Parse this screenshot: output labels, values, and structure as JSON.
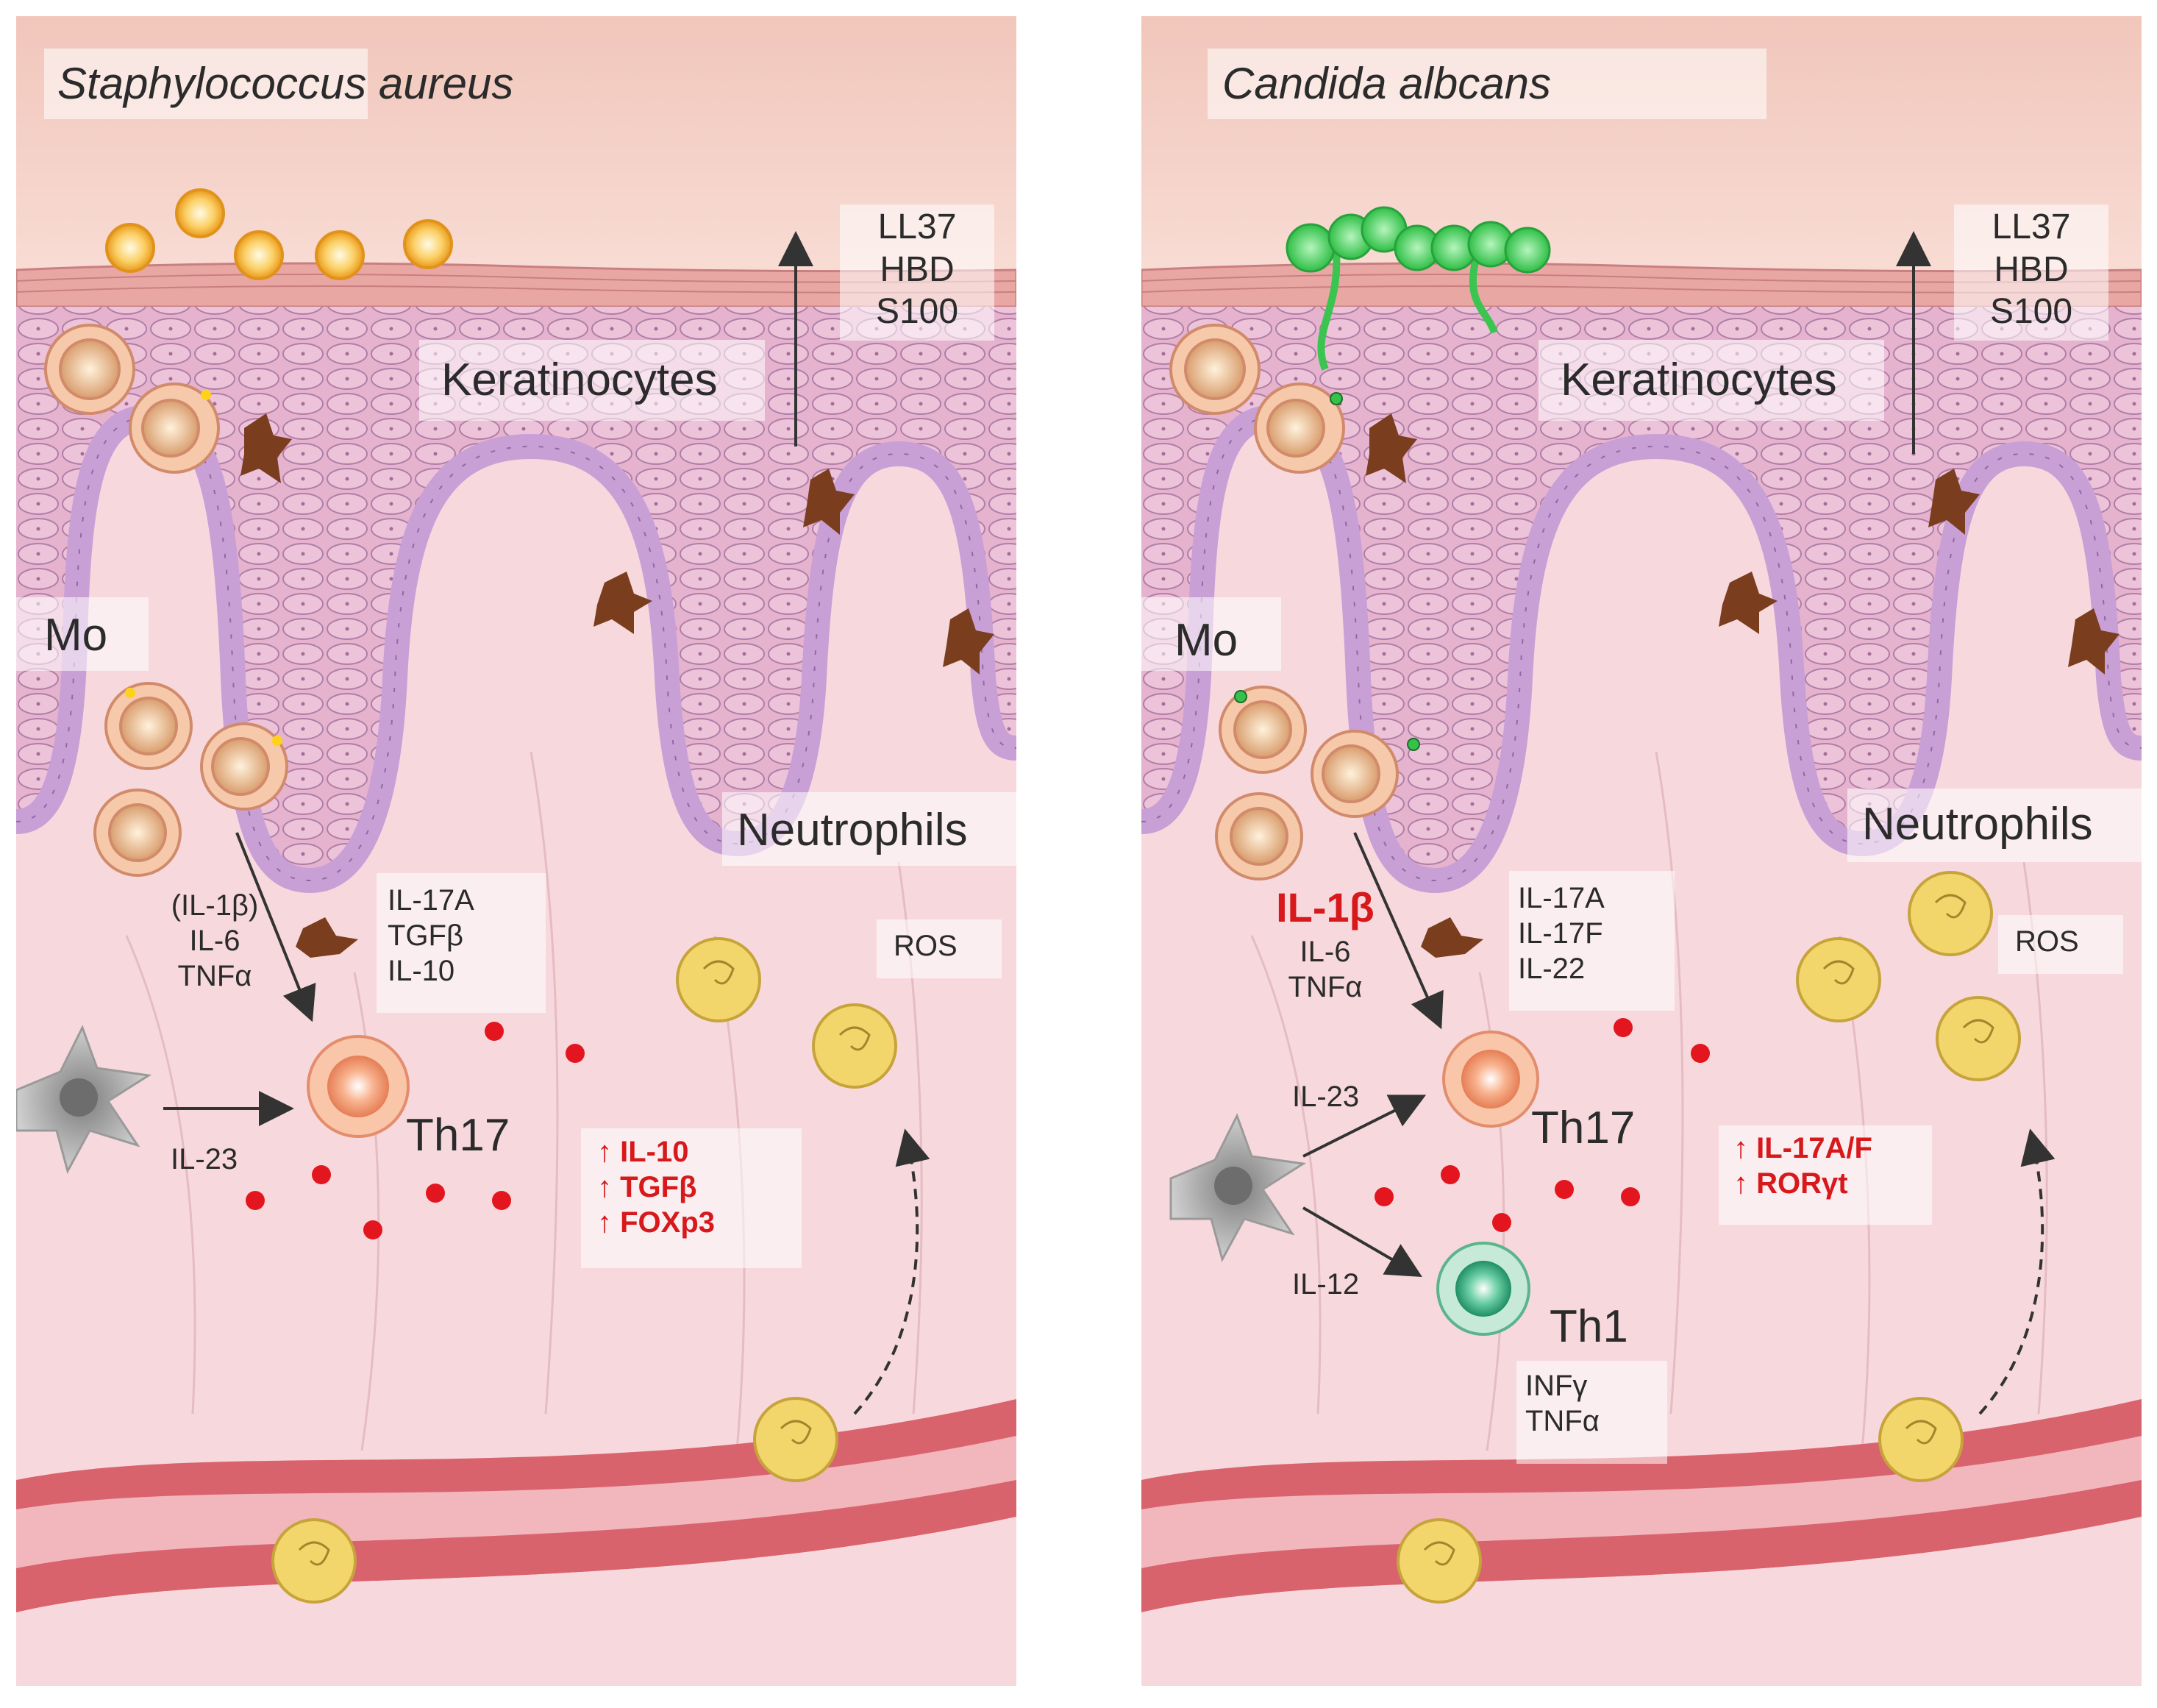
{
  "colors": {
    "dermis": "#f7d9dd",
    "epidermis": "#e8b5d0",
    "stratum_corneum": "#e8a6a4",
    "basal": "#c9a0d6",
    "vessel": "#d9636d",
    "red_text": "#d7191c",
    "neutrophil": "#f2d46a",
    "bacteria": "#f6a623",
    "fungus": "#4cd660"
  },
  "left": {
    "title": "Staphylococcus aureus",
    "peptides": [
      "LL37",
      "HBD",
      "S100"
    ],
    "keratinocytes": "Keratinocytes",
    "mo": "Mo",
    "neutrophils": "Neutrophils",
    "ros": "ROS",
    "mo_cytokines": [
      "(IL-1β)",
      "IL-6",
      "TNFα"
    ],
    "th17_cytokines": [
      "IL-17A",
      "TGFβ",
      "IL-10"
    ],
    "il23": "IL-23",
    "th17": "Th17",
    "upregulated": [
      "↑ IL-10",
      "↑ TGFβ",
      "↑ FOXp3"
    ]
  },
  "right": {
    "title": "Candida albcans",
    "peptides": [
      "LL37",
      "HBD",
      "S100"
    ],
    "keratinocytes": "Keratinocytes",
    "mo": "Mo",
    "neutrophils": "Neutrophils",
    "ros": "ROS",
    "il1b": "IL-1β",
    "mo_cytokines": [
      "IL-6",
      "TNFα"
    ],
    "th17_cytokines": [
      "IL-17A",
      "IL-17F",
      "IL-22"
    ],
    "il23": "IL-23",
    "il12": "IL-12",
    "th17": "Th17",
    "th1": "Th1",
    "th1_cytokines": [
      "INFγ",
      "TNFα"
    ],
    "upregulated": [
      "↑ IL-17A/F",
      "↑ RORγt"
    ]
  }
}
